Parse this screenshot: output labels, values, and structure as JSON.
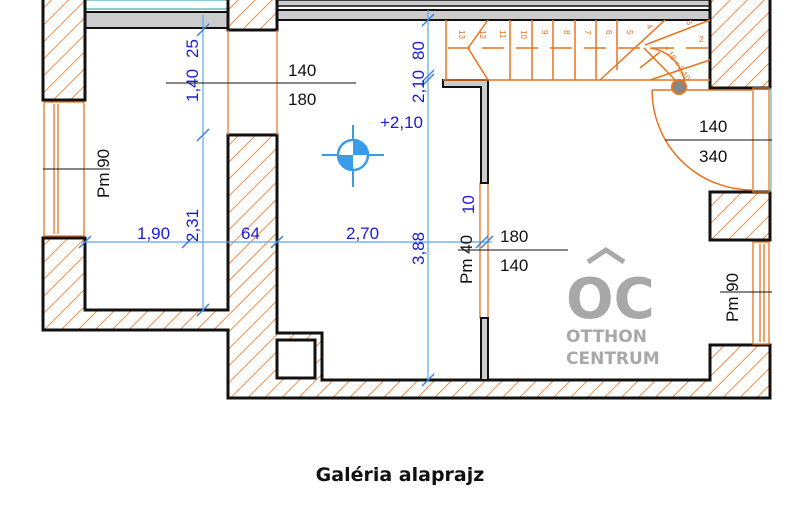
{
  "caption": "Galéria alaprajz",
  "colors": {
    "wall_hatch": "#e8731f",
    "dimension": "#1a1adb",
    "dim_line": "#5aa8f0",
    "marker": "#3a9be8",
    "watermark": "#9a9a9a"
  },
  "dimensions": {
    "v_25": "25",
    "v_140": "1,40",
    "v_231": "2,31",
    "h_190": "1,90",
    "h_64": "64",
    "h_270": "2,70",
    "v_80": "80",
    "v_210": "2,10",
    "level": "+2,10",
    "v_388": "3,88",
    "v_10": "10"
  },
  "openings": {
    "left_top": {
      "top": "140",
      "bottom": "180"
    },
    "right_top": {
      "top": "140",
      "bottom": "340"
    },
    "middle": {
      "top": "180",
      "bottom": "140"
    },
    "left_window": "Pm 90",
    "right_window": "Pm 90",
    "middle_window": "Pm 40"
  },
  "stairs": {
    "steps": [
      "13",
      "12",
      "11",
      "10",
      "9",
      "8",
      "7",
      "6",
      "5",
      "4",
      "3",
      "2"
    ],
    "formula": "× 18 = 2,10"
  },
  "watermark": {
    "logo": "OC",
    "line1": "OTTHON",
    "line2": "CENTRUM"
  }
}
